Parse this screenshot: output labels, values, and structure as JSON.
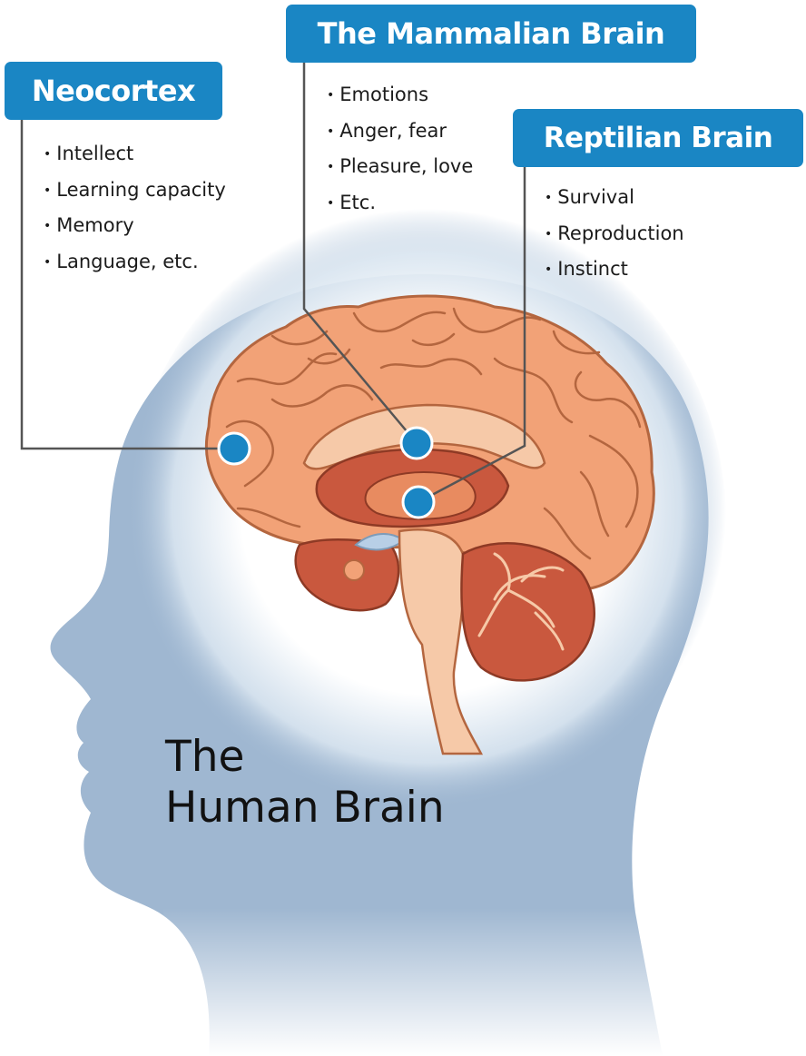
{
  "colors": {
    "accent": "#1a86c4",
    "head": "#9fb7d1",
    "brain": "#f2a277",
    "brainstem": "#f6c9a8",
    "inner": "#c9583e"
  },
  "boxes": {
    "neocortex": {
      "title": "Neocortex",
      "items": [
        "Intellect",
        "Learning capacity",
        "Memory",
        "Language, etc."
      ]
    },
    "mammalian": {
      "title": "The Mammalian Brain",
      "items": [
        "Emotions",
        "Anger, fear",
        "Pleasure, love",
        "Etc."
      ]
    },
    "reptilian": {
      "title": "Reptilian Brain",
      "items": [
        "Survival",
        "Reproduction",
        "Instinct"
      ]
    }
  },
  "main_title": {
    "line1": "The",
    "line2": "Human Brain"
  }
}
